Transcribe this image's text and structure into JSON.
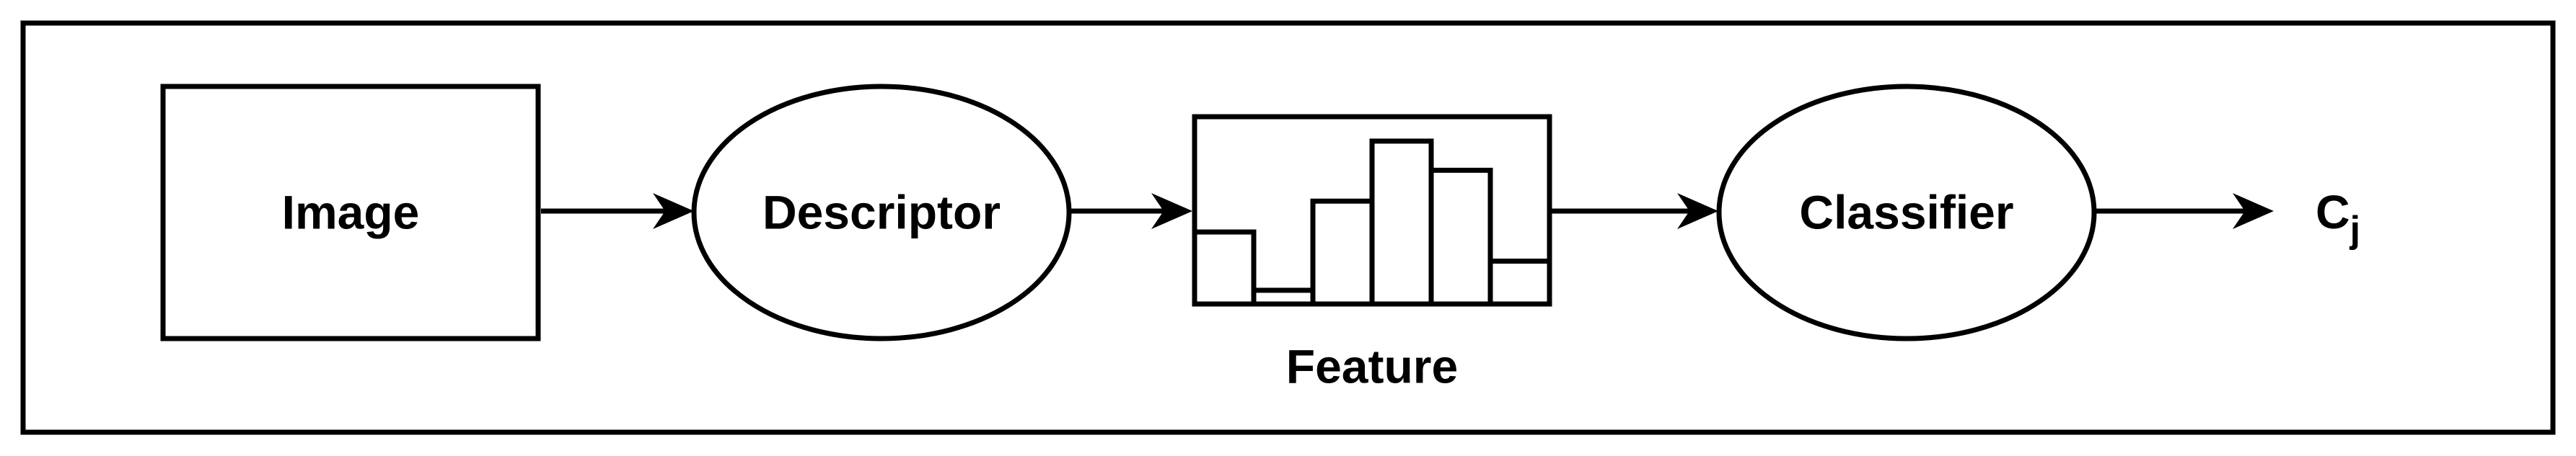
{
  "nodes": {
    "image": "Image",
    "descriptor": "Descriptor",
    "feature": "Feature",
    "classifier": "Classifier",
    "output_base": "C",
    "output_subscript": "j"
  },
  "feature_histogram": [
    0.42,
    0.08,
    0.6,
    0.95,
    0.78,
    0.25
  ],
  "colors": {
    "stroke": "#000000",
    "background": "#ffffff"
  }
}
